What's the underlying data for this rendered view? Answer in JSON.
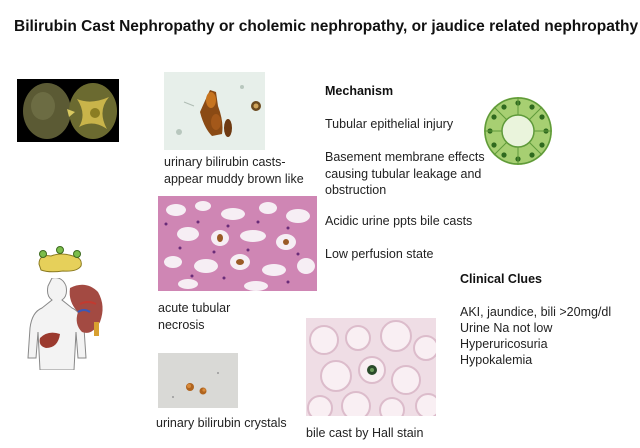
{
  "title": "Bilirubin Cast Nephropathy or cholemic nephropathy, or jaudice related nephropathy",
  "captions": {
    "casts": "urinary bilirubin casts- appear muddy brown like",
    "atn": "acute tubular necrosis",
    "crystals": "urinary bilirubin crystals",
    "hall": "bile cast by Hall stain"
  },
  "mechanism": {
    "heading": "Mechanism",
    "items": [
      "Tubular epithelial injury",
      "Basement membrane effects causing tubular leakage and obstruction",
      "Acidic urine ppts bile casts",
      "Low perfusion state"
    ]
  },
  "clinical": {
    "heading": "Clinical Clues",
    "items": [
      "AKI, jaundice, bili >20mg/dl",
      "Urine Na not low",
      "Hyperuricosuria",
      "Hypokalemia"
    ]
  },
  "icons": [
    "kidney-specimen-photo",
    "bilirubin-casts-micrograph",
    "tubule-cross-section-icon",
    "atn-histology-micrograph",
    "liver-with-stones-icon",
    "human-body-liver-kidney-icon",
    "bilirubin-crystals-micrograph",
    "hall-stain-micrograph"
  ]
}
